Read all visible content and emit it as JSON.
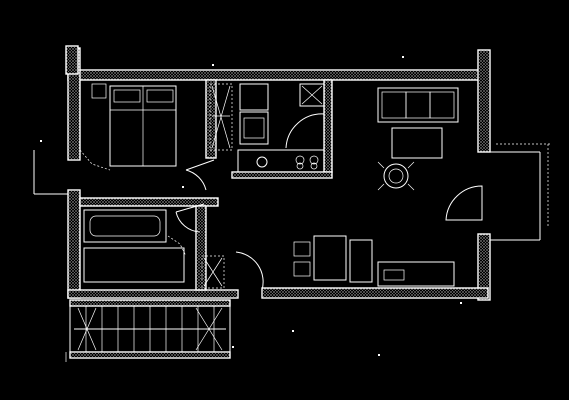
{
  "drawing": {
    "type": "floor-plan",
    "background": "#000000",
    "line_color": "#ffffff",
    "style": "inverted line drawing with hatched walls",
    "rooms": [
      "bedroom",
      "bathroom",
      "kitchen",
      "living-room",
      "dining-area",
      "staircase",
      "entry-hall"
    ],
    "text_labels": []
  }
}
